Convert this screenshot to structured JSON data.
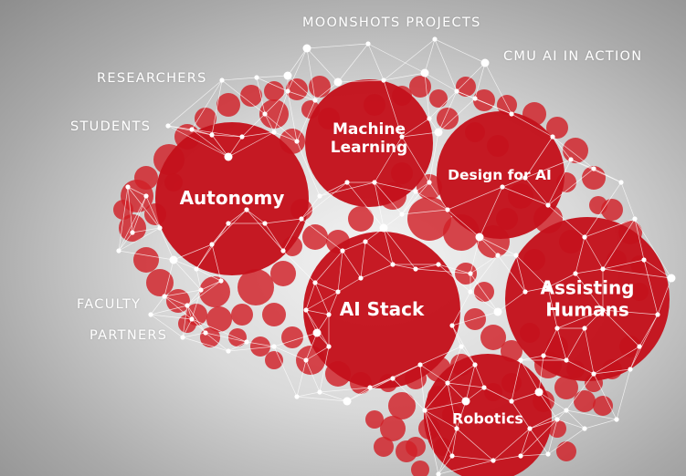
{
  "outer_labels": {
    "moonshots": "MOONSHOTS PROJECTS",
    "cmu_ai": "CMU AI IN ACTION",
    "researchers": "RESEARCHERS",
    "students": "STUDENTS",
    "faculty": "FACULTY",
    "partners": "PARTNERS"
  },
  "hubs": {
    "machine_learning": "Machine\nLearning",
    "design_for_ai": "Design for AI",
    "autonomy": "Autonomy",
    "ai_stack": "AI Stack",
    "assisting_humans": "Assisting\nHumans",
    "robotics": "Robotics"
  },
  "colors": {
    "hub_red": "#c4111b",
    "bubble_red": "#d12027",
    "network_line": "#ffffff"
  }
}
